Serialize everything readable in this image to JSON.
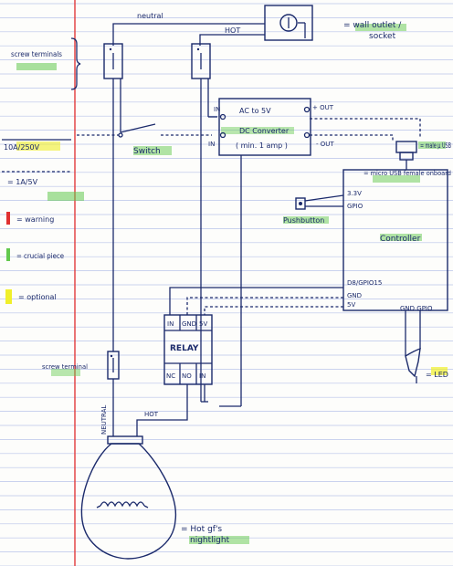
{
  "labels": {
    "neutral_top": "neutral",
    "hot_top": "HOT",
    "wall_outlet": "= wall outlet /",
    "socket": "socket",
    "screw_terminals": "screw terminals",
    "rating_10a": "10A/250V",
    "rating_1a": "= 1A/5V",
    "legend_warning": "= warning",
    "legend_crucial": "= crucial piece",
    "legend_optional": "= optional",
    "switch": "Switch",
    "converter_in_top": "IN",
    "converter_in_bottom": "IN",
    "converter_line1": "AC to 5V",
    "converter_line2": "DC Converter",
    "converter_line3": "( min. 1 amp )",
    "converter_out_top": "+ OUT",
    "converter_out_bottom": "- OUT",
    "male_usb": "= male µ USB",
    "female_usb": "= micro USB female onboard",
    "pin_3v3": "3.3V",
    "pin_gpio": "GPIO",
    "pushbutton": "Pushbutton",
    "controller": "Controller",
    "pin_d8": "D8/GPIO15",
    "pin_gnd": "GND",
    "pin_5v": "5V",
    "pin_gnd_gpio": "GND GPIO",
    "led": "= LED",
    "relay_in": "IN",
    "relay_gnd": "GND",
    "relay_5v": "5V",
    "relay": "RELAY",
    "relay_nc": "NC",
    "relay_no": "NO",
    "relay_in2": "IN",
    "neutral_vertical": "NEUTRAL",
    "hot_bottom": "HOT",
    "screw_terminal_single": "screw terminal",
    "nightlight_line1": "= Hot gf's",
    "nightlight_line2": "nightlight"
  },
  "colors": {
    "ink": "#1b2a6b",
    "margin_line": "#e23a3a",
    "ruled_line": "#b9c3ea",
    "highlight_green": "#63c94e",
    "highlight_yellow": "#f0ef2a",
    "highlight_red": "#e03030",
    "hole_punch": "#1b2a6b"
  }
}
